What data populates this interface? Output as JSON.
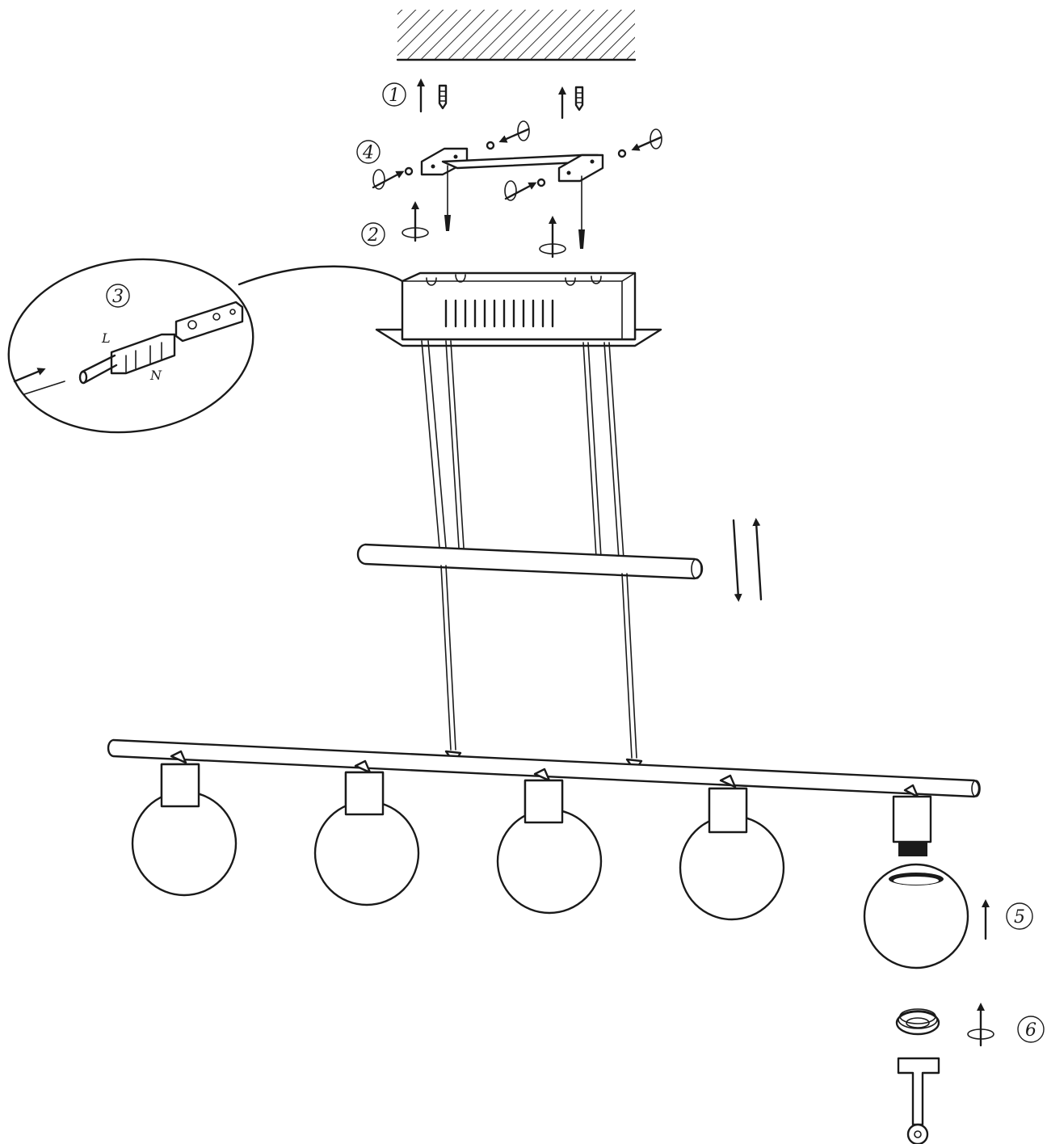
{
  "steps": {
    "step1": "1",
    "step2": "2",
    "step3": "3",
    "step4": "4",
    "step5": "5",
    "step6": "6"
  },
  "wiring": {
    "live": "L",
    "neutral": "N"
  },
  "colors": {
    "ink": "#1a1a1a",
    "paper": "#ffffff"
  }
}
